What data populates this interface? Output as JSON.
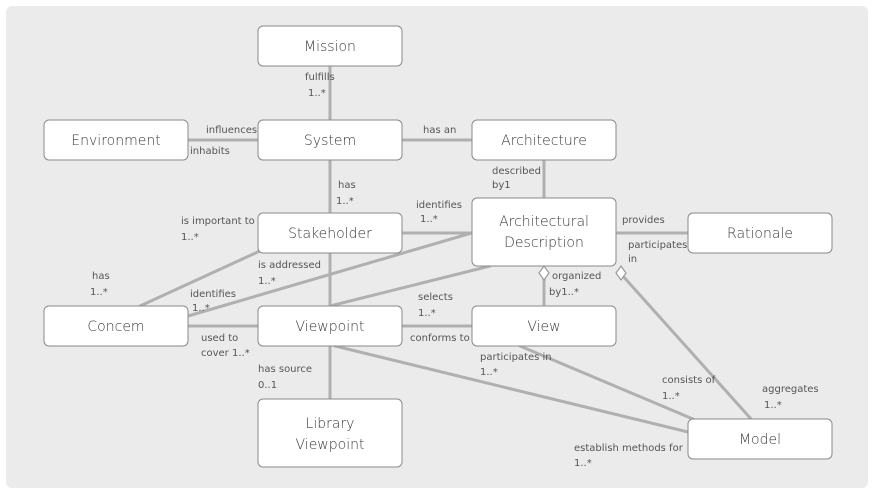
{
  "colors": {
    "panel": "#ebebeb",
    "box_fill": "#ffffff",
    "box_stroke": "#8a8a8a",
    "edge": "#b0b0b0",
    "text": "#3c3c3c"
  },
  "nodes": {
    "mission": "Mission",
    "environment": "Environment",
    "system": "System",
    "architecture": "Architecture",
    "stakeholder": "Stakeholder",
    "arch_desc_line1": "Architectural",
    "arch_desc_line2": "Description",
    "rationale": "Rationale",
    "concern": "Concem",
    "viewpoint": "Viewpoint",
    "view": "View",
    "library_line1": "Library",
    "library_line2": "Viewpoint",
    "model": "Model"
  },
  "labels": {
    "fulfills": "fulfills",
    "fulfills_mult": "1..*",
    "influences": "influences",
    "inhabits": "inhabits",
    "has_an": "has an",
    "described_by": "described",
    "described_by_mult": "by1",
    "has_stk": "has",
    "has_stk_mult": "1..*",
    "is_important_to": "is important to",
    "is_important_to_mult": "1..*",
    "identifies_stk": "identifies",
    "identifies_stk_mult": "1..*",
    "provides": "provides",
    "participates_rat": "participates",
    "participates_rat_in": "in",
    "has_concern": "has",
    "has_concern_mult": "1..*",
    "is_addressed": "is addressed",
    "is_addressed_mult": "1..*",
    "organized": "organized",
    "organized_mult": "by1..*",
    "identifies_con": "identifies",
    "identifies_con_mult": "1..*",
    "selects": "selects",
    "selects_mult": "1..*",
    "used_to": "used to",
    "cover": "cover 1..*",
    "conforms_to": "conforms to",
    "participates_view": "participates in",
    "participates_view_mult": "1..*",
    "has_source": "has source",
    "has_source_mult": "0..1",
    "consists_of": "consists of",
    "consists_of_mult": "1..*",
    "aggregates": "aggregates",
    "aggregates_mult": "1..*",
    "establish": "establish methods for",
    "establish_mult": "1..*"
  }
}
